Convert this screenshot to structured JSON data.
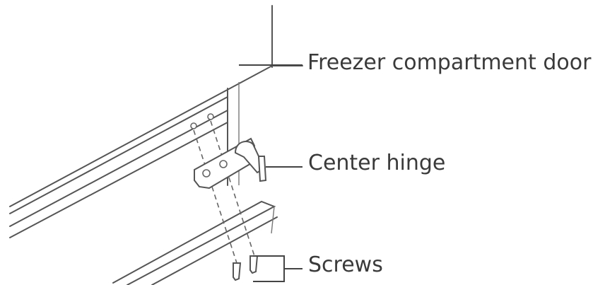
{
  "labels": {
    "door": "Freezer compartment door",
    "hinge": "Center hinge",
    "screws": "Screws"
  }
}
